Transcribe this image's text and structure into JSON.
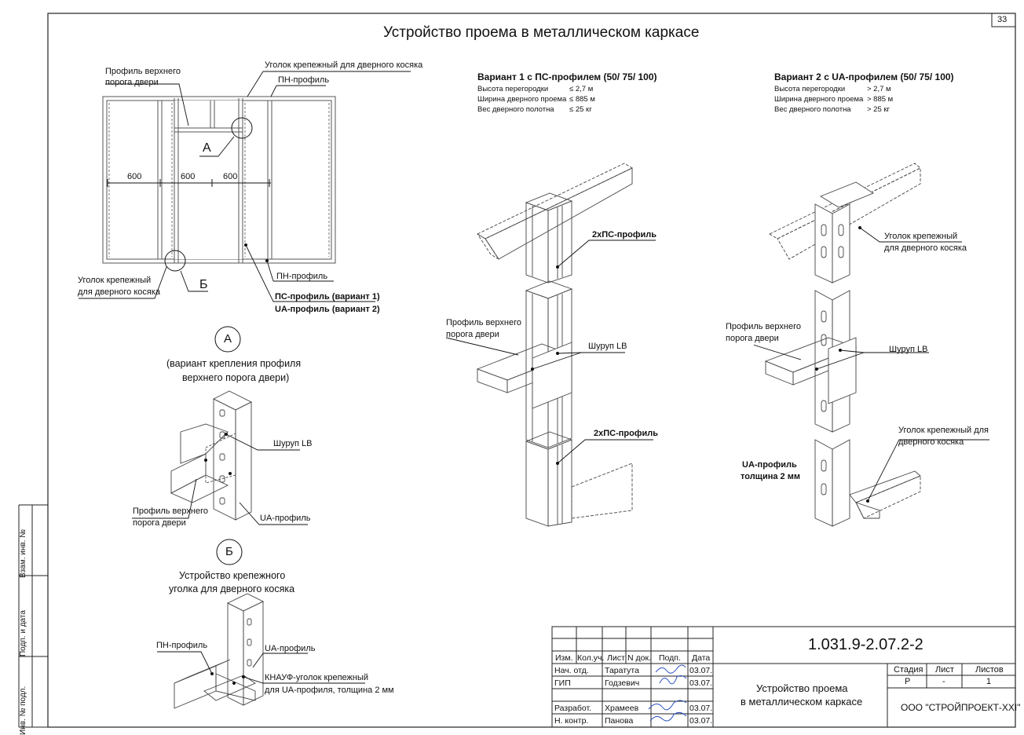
{
  "sheet_number": "33",
  "title": "Устройство проема в металлическом каркасе",
  "side_labels": [
    "Взам. инв. №",
    "Подп. и дата",
    "Инв. № подл."
  ],
  "plan": {
    "top_profile_label": [
      "Профиль верхнего",
      "порога двери"
    ],
    "corner_label_top": "Уголок крепежный для дверного косяка",
    "pn_top": "ПН-профиль",
    "callout_a": "А",
    "callout_b": "Б",
    "dims": [
      "600",
      "600",
      "600"
    ],
    "corner_label_bottom": [
      "Уголок крепежный",
      "для дверного косяка"
    ],
    "pn_bottom": "ПН-профиль",
    "ps_profile": "ПС-профиль (вариант 1)",
    "ua_profile": "UA-профиль (вариант 2)"
  },
  "detail_a": {
    "mark": "А",
    "caption": [
      "(вариант крепления профиля",
      "верхнего порога двери)"
    ],
    "screw": "Шуруп LB",
    "profile": [
      "Профиль верхнего",
      "порога двери"
    ],
    "ua": "UA-профиль"
  },
  "detail_b": {
    "mark": "Б",
    "caption": [
      "Устройство крепежного",
      "уголка для дверного косяка"
    ],
    "pn": "ПН-профиль",
    "ua": "UA-профиль",
    "knauf": [
      "КНАУФ-уголок крепежный",
      "для UA-профиля, толщина 2 мм"
    ]
  },
  "variant1": {
    "heading": "Вариант 1 с ПС-профилем (50/ 75/ 100)",
    "specs": [
      {
        "label": "Высота перегородки",
        "value": "≤ 2,7 м"
      },
      {
        "label": "Ширина дверного проема",
        "value": "≤ 885 м"
      },
      {
        "label": "Вес дверного полотна",
        "value": "≤ 25 кг"
      }
    ],
    "label_2ps_top": "2хПС-профиль",
    "label_profile": [
      "Профиль верхнего",
      "порога двери"
    ],
    "label_screw": "Шуруп LB",
    "label_2ps_bottom": "2хПС-профиль"
  },
  "variant2": {
    "heading": "Вариант 2 с UA-профилем (50/ 75/ 100)",
    "specs": [
      {
        "label": "Высота перегородки",
        "value": "> 2,7 м"
      },
      {
        "label": "Ширина дверного проема",
        "value": "> 885 м"
      },
      {
        "label": "Вес дверного полотна",
        "value": "> 25 кг"
      }
    ],
    "label_corner_top": [
      "Уголок крепежный",
      "для дверного косяка"
    ],
    "label_profile": [
      "Профиль верхнего",
      "порога двери"
    ],
    "label_screw": "Шуруп LB",
    "label_corner_bottom": [
      "Уголок крепежный для",
      "дверного косяка"
    ],
    "label_ua": [
      "UA-профиль",
      "толщина 2 мм"
    ]
  },
  "stamp": {
    "code": "1.031.9-2.07.2-2",
    "headers": [
      "Изм.",
      "Кол.уч.",
      "Лист",
      "N док.",
      "Подп.",
      "Дата"
    ],
    "rows": [
      {
        "role": "Нач. отд.",
        "name": "Таратута",
        "date": "03.07."
      },
      {
        "role": "ГИП",
        "name": "Годзевич",
        "date": "03.07."
      },
      {
        "role": "Разработ.",
        "name": "Храмеев",
        "date": "03.07."
      },
      {
        "role": "Н. контр.",
        "name": "Панова",
        "date": "03.07."
      }
    ],
    "sheet_title": [
      "Устройство проема",
      "в металлическом каркасе"
    ],
    "stage_header": "Стадия",
    "sheet_header": "Лист",
    "sheets_header": "Листов",
    "stage_value": "Р",
    "sheet_value": "-",
    "sheets_value": "1",
    "company": "ООО \"СТРОЙПРОЕКТ-XXI\""
  }
}
